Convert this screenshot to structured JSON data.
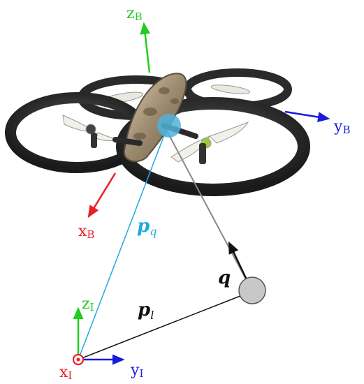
{
  "colors": {
    "body_frame_x": "#e8202a",
    "body_frame_y": "#1a1adc",
    "body_frame_z": "#22cc22",
    "inertial_x": "#e8202a",
    "inertial_y": "#1a1adc",
    "inertial_z": "#22cc22",
    "vector_pq": "#1ea9e0",
    "vector_pl": "#111111",
    "vector_q": "#111111",
    "load_mass": "#c8c8c8",
    "quad_attach": "#4fb3d9",
    "drone_body": "#2a2a2a",
    "drone_hull": "#b7a58a"
  },
  "labels": {
    "zB": {
      "main": "z",
      "sub": "B"
    },
    "yB": {
      "main": "y",
      "sub": "B"
    },
    "xB": {
      "main": "x",
      "sub": "B"
    },
    "zI": {
      "main": "z",
      "sub": "I"
    },
    "yI": {
      "main": "y",
      "sub": "I"
    },
    "xI": {
      "main": "x",
      "sub": "I"
    },
    "pq": {
      "main": "p",
      "sub": "q"
    },
    "pl": {
      "main": "p",
      "sub": "l"
    },
    "q": {
      "main": "q"
    }
  },
  "icons": {
    "drone": "quadrotor-drone-icon",
    "load": "suspended-load-icon",
    "origin": "inertial-origin-icon"
  }
}
